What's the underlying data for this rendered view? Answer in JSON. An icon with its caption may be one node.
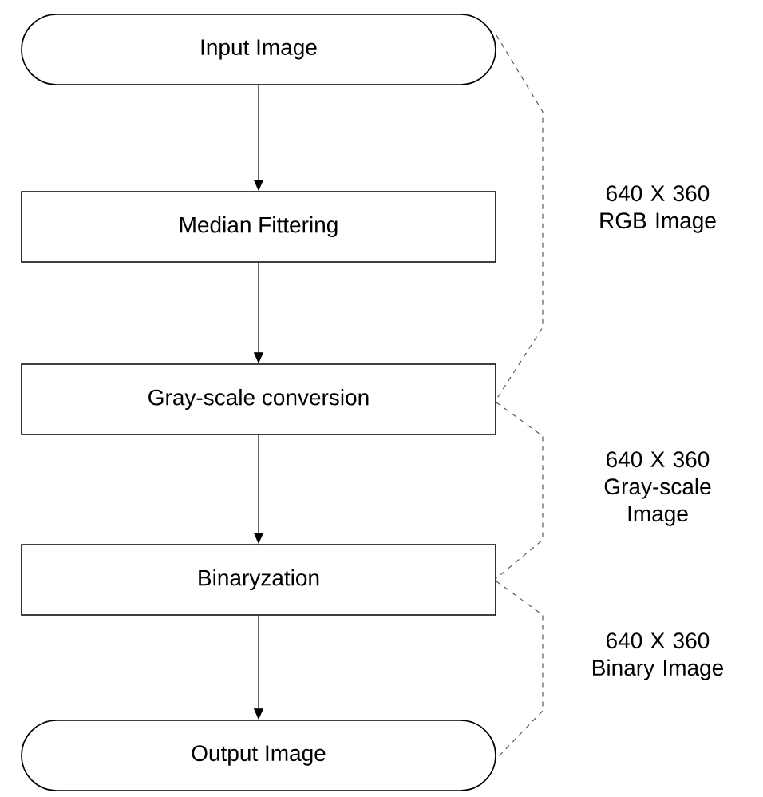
{
  "diagram": {
    "nodes": [
      {
        "text": [
          "Input Image"
        ]
      },
      {
        "text": [
          "Median Fittering"
        ]
      },
      {
        "text": [
          "Gray-scale conversion"
        ]
      },
      {
        "text": [
          "Binaryzation"
        ]
      },
      {
        "text": [
          "Output Image"
        ]
      }
    ],
    "edges": [
      {
        "from": 0,
        "to": 1,
        "arrow": "to"
      },
      {
        "from": 1,
        "to": 2,
        "arrow": "to"
      },
      {
        "from": 2,
        "to": 3,
        "arrow": "to"
      },
      {
        "from": 3,
        "to": 4,
        "arrow": "to"
      }
    ],
    "labels": [
      "640 X 360 RGB Image",
      "640 X 360 Gray-scale Image",
      "640 X 360 Binary Image"
    ]
  }
}
